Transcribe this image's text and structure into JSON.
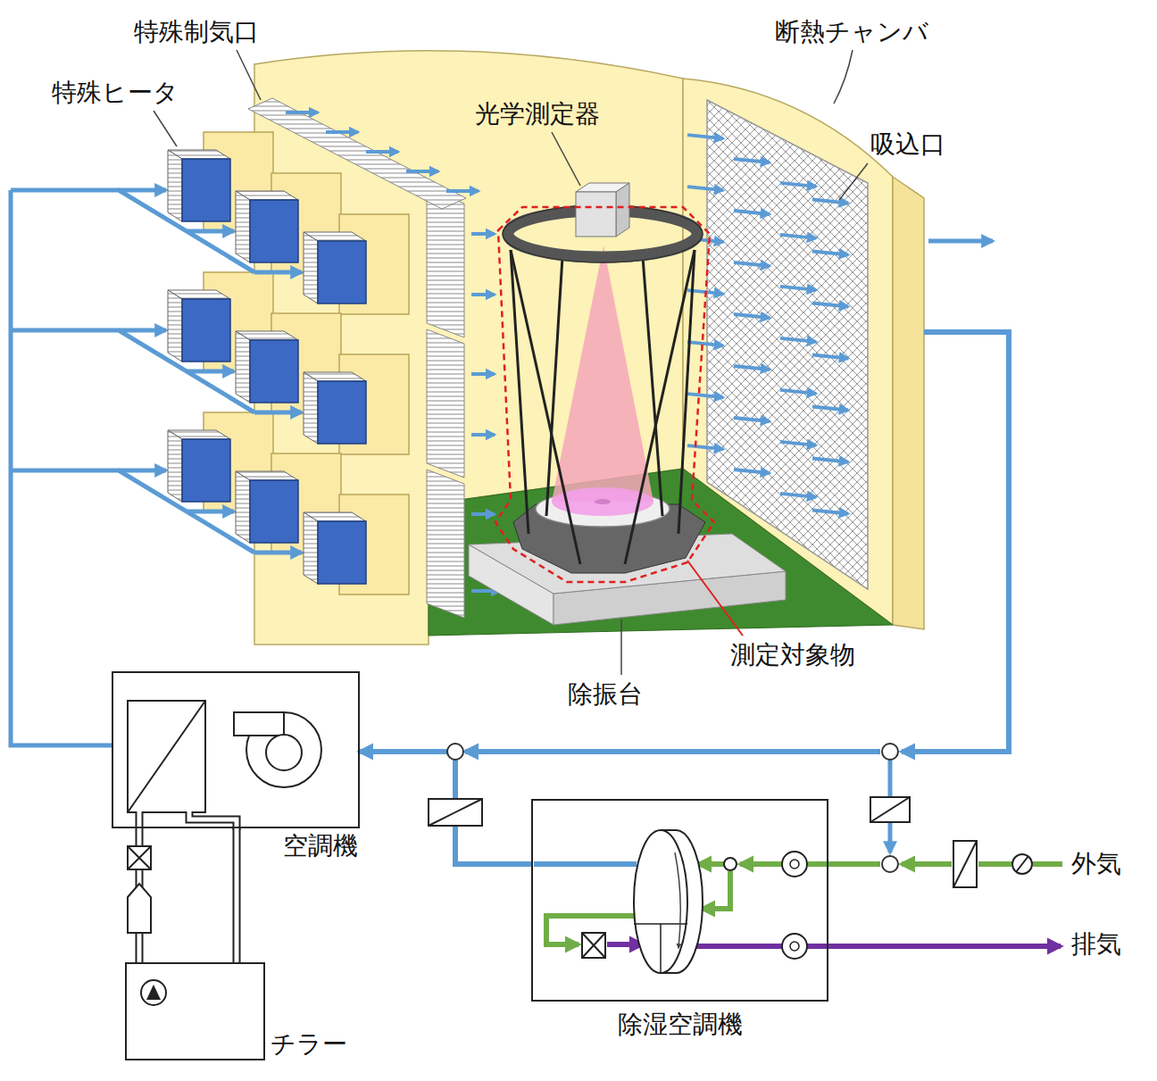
{
  "diagram": {
    "nodes": [
      {
        "text": [
          "空調機"
        ]
      },
      {
        "text": [
          "除湿空調機"
        ]
      },
      {
        "text": [
          "チラー"
        ]
      }
    ],
    "edges": [
      {
        "from": 1,
        "to": 0,
        "arrow": "to"
      },
      {
        "from": 0,
        "to": 2,
        "arrow": "none"
      }
    ],
    "labels": [
      "特殊制気口",
      "断熱チャンバ",
      "特殊ヒータ",
      "光学測定器",
      "吸込口",
      "測定対象物",
      "除振台",
      "外気",
      "排気"
    ]
  }
}
